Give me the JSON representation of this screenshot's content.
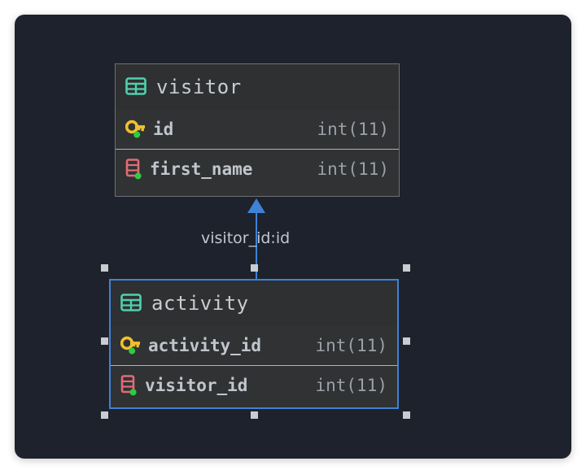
{
  "app": {
    "canvas_background": "#1e222c",
    "accent_selection": "#3f82d6",
    "node_background": "#303234",
    "pk_icon_color": "#f0c02c",
    "table_icon_color": "#4fd0ac",
    "column_icon_color": "#e06c75",
    "indexed_dot_color": "#2ecc40"
  },
  "diagram": {
    "type": "erd",
    "tables": [
      {
        "id": "visitor",
        "name": "visitor",
        "selected": false,
        "table_icon": "table-icon",
        "columns": [
          {
            "name": "id",
            "type": "int(11)",
            "icon": "primary-key-icon",
            "is_primary_key": true,
            "indexed": true
          },
          {
            "name": "first_name",
            "type": "int(11)",
            "icon": "column-icon",
            "is_primary_key": false,
            "indexed": true
          }
        ]
      },
      {
        "id": "activity",
        "name": "activity",
        "selected": true,
        "table_icon": "table-icon",
        "columns": [
          {
            "name": "activity_id",
            "type": "int(11)",
            "icon": "primary-key-icon",
            "is_primary_key": true,
            "indexed": true
          },
          {
            "name": "visitor_id",
            "type": "int(11)",
            "icon": "column-icon",
            "is_primary_key": false,
            "indexed": true
          }
        ]
      }
    ],
    "relationships": [
      {
        "label": "visitor_id:id",
        "from_table": "activity",
        "from_column": "visitor_id",
        "to_table": "visitor",
        "to_column": "id",
        "arrow_direction": "up"
      }
    ],
    "selection_handles_count": 8
  }
}
